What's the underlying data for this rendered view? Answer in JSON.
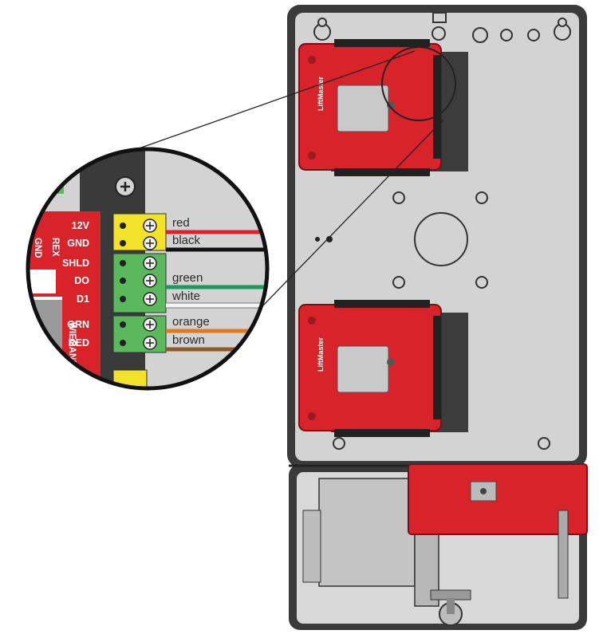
{
  "zoom_terminals": [
    {
      "pin": "12V",
      "wire": "red",
      "wire_color": "#d9232e",
      "block_color": "#f2e229"
    },
    {
      "pin": "GND",
      "wire": "black",
      "wire_color": "#111111",
      "block_color": "#f2e229"
    },
    {
      "pin": "SHLD",
      "wire": "",
      "wire_color": "",
      "block_color": "#5cb85c"
    },
    {
      "pin": "DO",
      "wire": "green",
      "wire_color": "#1a9a5a",
      "block_color": "#5cb85c"
    },
    {
      "pin": "D1",
      "wire": "white",
      "wire_color": "#f4f4f4",
      "block_color": "#5cb85c"
    },
    {
      "pin": "GRN",
      "wire": "orange",
      "wire_color": "#e07a1f",
      "block_color": "#5cb85c"
    },
    {
      "pin": "RED",
      "wire": "brown",
      "wire_color": "#8b5a2b",
      "block_color": "#5cb85c"
    }
  ],
  "side_labels": {
    "rex": "REX",
    "gnd": "GND",
    "wiegand": "WIEGAND"
  },
  "board_brand": "LiftMaster",
  "colors": {
    "board_red": "#d8232a",
    "enclosure_gray": "#d2d2d2",
    "enclosure_outline": "#3a3a3a"
  }
}
